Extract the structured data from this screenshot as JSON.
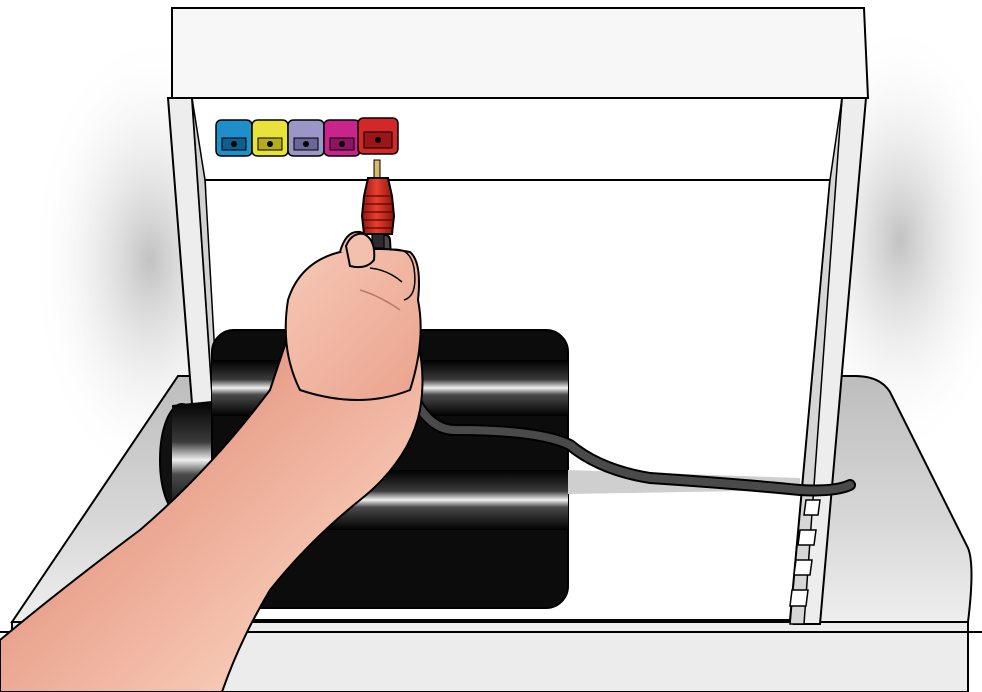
{
  "illustration": {
    "subject": "hand-plugging-red-connector-into-socket-panel",
    "sockets": [
      {
        "name": "blue-socket",
        "color": "#1e8fc8"
      },
      {
        "name": "yellow-socket",
        "color": "#e8e23a"
      },
      {
        "name": "lavender-socket",
        "color": "#9a96c8"
      },
      {
        "name": "magenta-socket",
        "color": "#c8248c"
      },
      {
        "name": "red-socket",
        "color": "#d2282a"
      }
    ],
    "plug_color": "#d62a1e",
    "cable_color": "#4a4a4a",
    "skin_color": "#f2b49c",
    "device_color": "#0c0c0c"
  }
}
